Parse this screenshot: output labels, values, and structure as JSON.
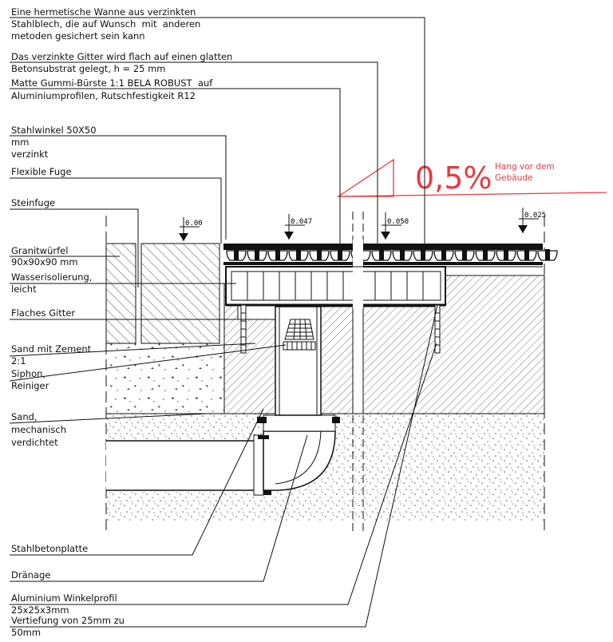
{
  "labels": {
    "wanne_1": "Eine hermetische Wanne aus verzinkten",
    "wanne_2": "Stahlblech, die auf Wunsch  mit  anderen",
    "wanne_3": "metoden gesichert sein kann",
    "gitter_1": "Das verzinkte Gitter wird flach auf einen glatten",
    "gitter_2": "Betonsubstrat gelegt, h = 25 mm",
    "matte_1": "Matte Gummi-Bürste 1:1 BELA ROBUST  auf",
    "matte_2": "Aluminiumprofilen, Rutschfestigkeit R12",
    "winkel_1": "Stahlwinkel 50X50",
    "winkel_2": "mm",
    "winkel_3": "verzinkt",
    "fuge": "Flexible Fuge",
    "steinfuge": "Steinfuge",
    "granit_1": "Granitwürfel",
    "granit_2": "90x90x90 mm",
    "wasser_1": "Wasserisolierung,",
    "wasser_2": "leicht",
    "flaches": "Flaches Gitter",
    "sand_1": "Sand mit Zement",
    "sand_2": "2:1",
    "siphon_1": "Siphon,",
    "siphon_2": "Reiniger",
    "sandm_1": "Sand,",
    "sandm_2": "mechanisch",
    "sandm_3": "verdichtet",
    "stahlbeton": "Stahlbetonplatte",
    "draenage": "Dränage",
    "alu_1": "Aluminium Winkelprofil",
    "alu_2": "25x25x3mm",
    "vert_1": "Vertiefung von 25mm zu",
    "vert_2": "50mm"
  },
  "slope": {
    "value": "0,5%",
    "text_1": "Hang vor dem",
    "text_2": "Gebäude"
  },
  "levels": {
    "l1": "0.00",
    "l2": "0.047",
    "l3": "0.050",
    "l4": "0.025"
  },
  "colors": {
    "line": "#111111",
    "red": "#e8393f",
    "hatch": "#6a6a6a"
  }
}
